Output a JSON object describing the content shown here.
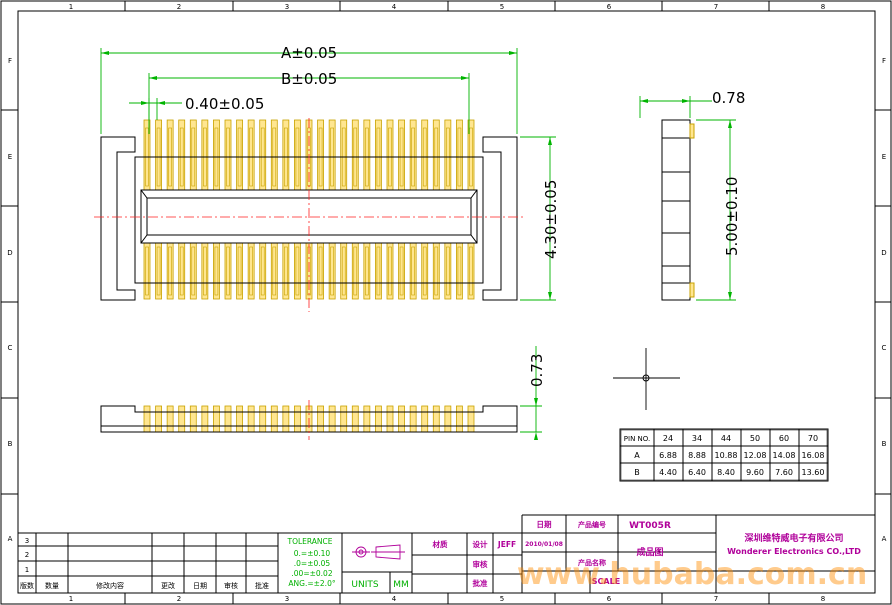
{
  "colors": {
    "dim_green": "#00b400",
    "table_magenta": "#b0009a",
    "pin_gold": "#c8a200",
    "center_red": "#ff2020",
    "table_green": "#00b000",
    "watermark_orange": "#ff8c00"
  },
  "border": {
    "top_numbers": [
      "1",
      "2",
      "3",
      "4",
      "5",
      "6",
      "7",
      "8"
    ],
    "bottom_numbers": [
      "1",
      "2",
      "3",
      "4",
      "5",
      "6",
      "7",
      "8"
    ],
    "left_letters": [
      "F",
      "E",
      "D",
      "C",
      "B",
      "A"
    ],
    "right_letters": [
      "F",
      "E",
      "D",
      "C",
      "B",
      "A"
    ]
  },
  "dims": {
    "a": "A±0.05",
    "b": "B±0.05",
    "pitch": "0.40±0.05",
    "height": "4.30±0.05",
    "side_width": "0.78",
    "side_height": "5.00±0.10",
    "profile_height": "0.73"
  },
  "pin_table": {
    "headers": [
      "PIN NO.",
      "24",
      "34",
      "44",
      "50",
      "60",
      "70"
    ],
    "rows": [
      [
        "A",
        "6.88",
        "8.88",
        "10.88",
        "12.08",
        "14.08",
        "16.08"
      ],
      [
        "B",
        "4.40",
        "6.40",
        "8.40",
        "9.60",
        "7.60",
        "13.60"
      ]
    ]
  },
  "title_block": {
    "revisions": [
      "3",
      "2",
      "1"
    ],
    "rev_headers": [
      "版数",
      "数量",
      "修改内容",
      "更改",
      "日期",
      "审核",
      "批准"
    ],
    "tolerance_title": "TOLERANCE",
    "tolerance_lines": [
      "0.=±0.10",
      ".0=±0.05",
      ".00=±0.02",
      "ANG.=±2.0°"
    ],
    "units_label": "UNITS",
    "units_value": "MM",
    "material_label": "材质",
    "design_label": "设计",
    "designer": "JEFF",
    "review_label": "审核",
    "approve_label": "批准",
    "date_label": "日期",
    "date_value": "2010/01/08",
    "product_no_label": "产品编号",
    "product_no_value": "WT005R",
    "product_name_label": "产品名称",
    "product_name_value": "成品图",
    "scale_label": "SCALE",
    "company_cn": "深圳维特威电子有限公司",
    "company_en": "Wonderer Electronics CO.,LTD",
    "watermark": "www.hubaba.com.cn"
  }
}
